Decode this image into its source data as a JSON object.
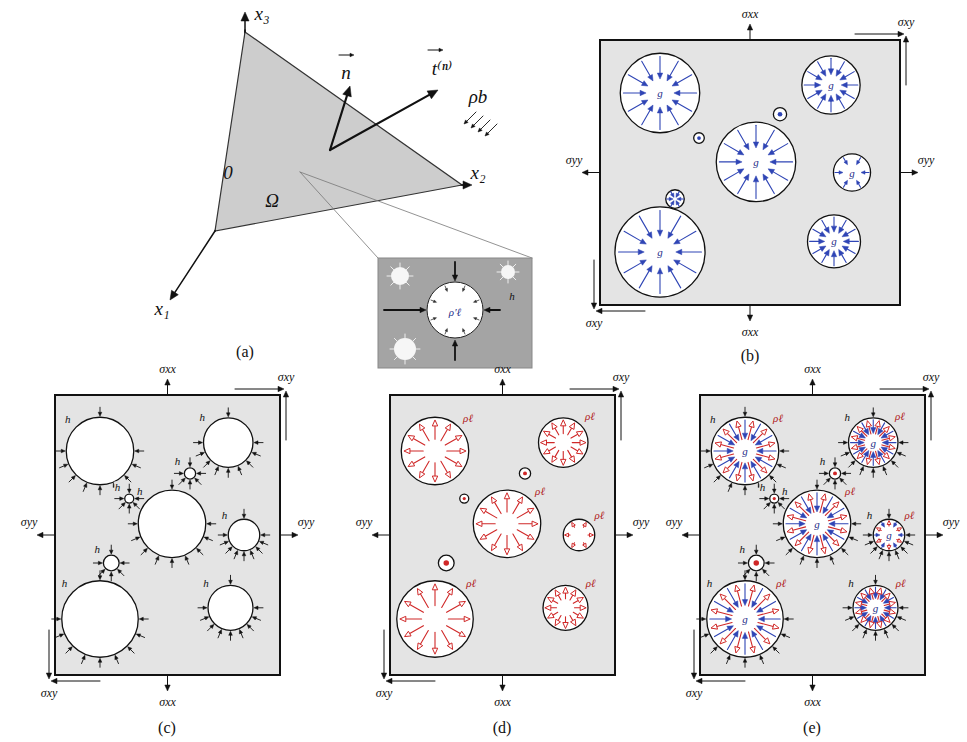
{
  "diagram": {
    "labels": [
      "x₃",
      "x₂",
      "x₁",
      "0",
      "Ω",
      "n",
      "t⁽ⁿ⁾",
      "ρb",
      "ρ′ℓ",
      "h",
      "(a)",
      "σxx",
      "σxx",
      "σxy",
      "σxy",
      "σyy",
      "σyy",
      "g",
      "g",
      "g",
      "g",
      "g",
      "g",
      "σxx",
      "σxx",
      "σxy",
      "σxy",
      "σyy",
      "σyy",
      "h",
      "h",
      "h",
      "h",
      "h",
      "h",
      "h",
      "h",
      "h",
      "σxx",
      "σxx",
      "σxy",
      "σxy",
      "σyy",
      "σyy",
      "ρℓ",
      "ρℓ",
      "ρℓ",
      "ρℓ",
      "ρℓ",
      "ρℓ",
      "σxx",
      "σxx",
      "σxy",
      "σxy",
      "σyy",
      "σyy",
      "h",
      "h",
      "h",
      "h",
      "h",
      "h",
      "h",
      "h",
      "h",
      "ρℓ",
      "ρℓ",
      "ρℓ",
      "ρℓ",
      "ρℓ",
      "ρℓ",
      "g",
      "g",
      "g",
      "g",
      "g",
      "g",
      "(b)",
      "(c)",
      "(d)",
      "(e)"
    ]
  }
}
